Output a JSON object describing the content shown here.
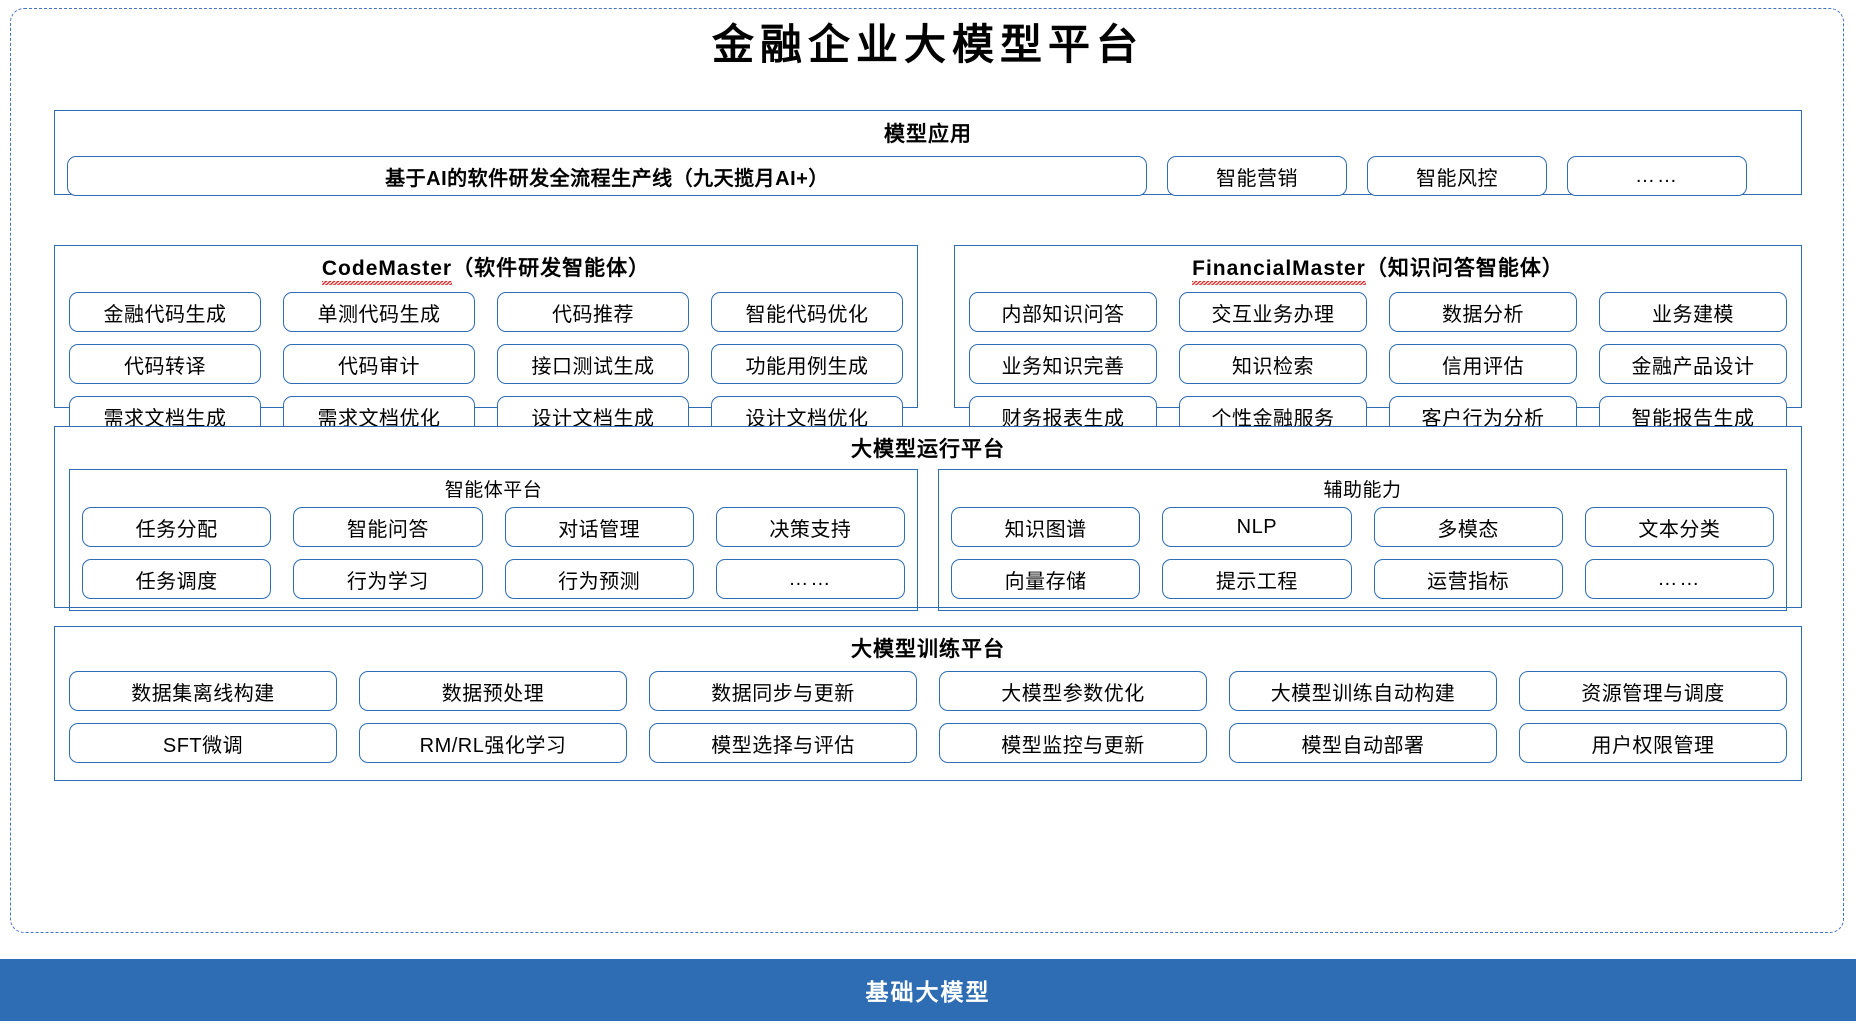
{
  "page": {
    "title": "金融企业大模型平台",
    "accent_blue": "#2e6db4",
    "frame_border": "#4472c4",
    "spellcheck_red": "#e03131"
  },
  "model_application": {
    "title": "模型应用",
    "primary": "基于AI的软件研发全流程生产线（九天揽月AI+）",
    "items": [
      "智能营销",
      "智能风控",
      "……"
    ]
  },
  "code_master": {
    "name": "CodeMaster",
    "suffix": "（软件研发智能体）",
    "items": [
      "金融代码生成",
      "单测代码生成",
      "代码推荐",
      "智能代码优化",
      "代码转译",
      "代码审计",
      "接口测试生成",
      "功能用例生成",
      "需求文档生成",
      "需求文档优化",
      "设计文档生成",
      "设计文档优化"
    ]
  },
  "financial_master": {
    "name": "FinancialMaster",
    "suffix": "（知识问答智能体）",
    "items": [
      "内部知识问答",
      "交互业务办理",
      "数据分析",
      "业务建模",
      "业务知识完善",
      "知识检索",
      "信用评估",
      "金融产品设计",
      "财务报表生成",
      "个性金融服务",
      "客户行为分析",
      "智能报告生成"
    ]
  },
  "runtime_platform": {
    "title": "大模型运行平台",
    "agent_platform": {
      "title": "智能体平台",
      "items": [
        "任务分配",
        "智能问答",
        "对话管理",
        "决策支持",
        "任务调度",
        "行为学习",
        "行为预测",
        "……"
      ]
    },
    "support_capability": {
      "title": "辅助能力",
      "items": [
        "知识图谱",
        "NLP",
        "多模态",
        "文本分类",
        "向量存储",
        "提示工程",
        "运营指标",
        "……"
      ]
    }
  },
  "training_platform": {
    "title": "大模型训练平台",
    "items": [
      "数据集离线构建",
      "数据预处理",
      "数据同步与更新",
      "大模型参数优化",
      "大模型训练自动构建",
      "资源管理与调度",
      "SFT微调",
      "RM/RL强化学习",
      "模型选择与评估",
      "模型监控与更新",
      "模型自动部署",
      "用户权限管理"
    ]
  },
  "base_model": {
    "label": "基础大模型"
  }
}
